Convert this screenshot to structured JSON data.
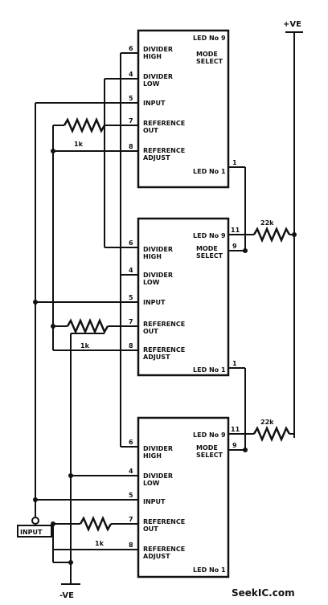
{
  "supply": {
    "positive": "+VE",
    "negative": "-VE"
  },
  "input_label": "INPUT",
  "watermark": "SeekIC.com",
  "ics": [
    {
      "top_label": "LED No 9",
      "mode_select": [
        "MODE",
        "SELECT"
      ],
      "bottom_label": "LED No 1",
      "pins": {
        "divider_high": [
          "DIVIDER",
          "HIGH"
        ],
        "divider_low": [
          "DIVIDER",
          "LOW"
        ],
        "input": "INPUT",
        "ref_out": [
          "REFERENCE",
          "OUT"
        ],
        "ref_adjust": [
          "REFERENCE",
          "ADJUST"
        ]
      },
      "pin_numbers": {
        "p6": "6",
        "p4": "4",
        "p5": "5",
        "p7": "7",
        "p8": "8",
        "p1": "1"
      },
      "ref_resistor": "1k"
    },
    {
      "top_label": "LED No 9",
      "mode_select": [
        "MODE",
        "SELECT"
      ],
      "bottom_label": "LED No 1",
      "pins": {
        "divider_high": [
          "DIVIDER",
          "HIGH"
        ],
        "divider_low": [
          "DIVIDER",
          "LOW"
        ],
        "input": "INPUT",
        "ref_out": [
          "REFERENCE",
          "OUT"
        ],
        "ref_adjust": [
          "REFERENCE",
          "ADJUST"
        ]
      },
      "pin_numbers": {
        "p6": "6",
        "p4": "4",
        "p5": "5",
        "p7": "7",
        "p8": "8",
        "p1": "1",
        "p11": "11",
        "p9": "9"
      },
      "ref_resistor": "1k",
      "pullup_resistor": "22k"
    },
    {
      "top_label": "LED No 9",
      "mode_select": [
        "MODE",
        "SELECT"
      ],
      "bottom_label": "LED No 1",
      "pins": {
        "divider_high": [
          "DIVIDER",
          "HIGH"
        ],
        "divider_low": [
          "DIVIDER",
          "LOW"
        ],
        "input": "INPUT",
        "ref_out": [
          "REFERENCE",
          "OUT"
        ],
        "ref_adjust": [
          "REFERENCE",
          "ADJUST"
        ]
      },
      "pin_numbers": {
        "p6": "6",
        "p4": "4",
        "p5": "5",
        "p7": "7",
        "p8": "8",
        "p11": "11",
        "p9": "9"
      },
      "ref_resistor": "1k",
      "pullup_resistor": "22k"
    }
  ]
}
